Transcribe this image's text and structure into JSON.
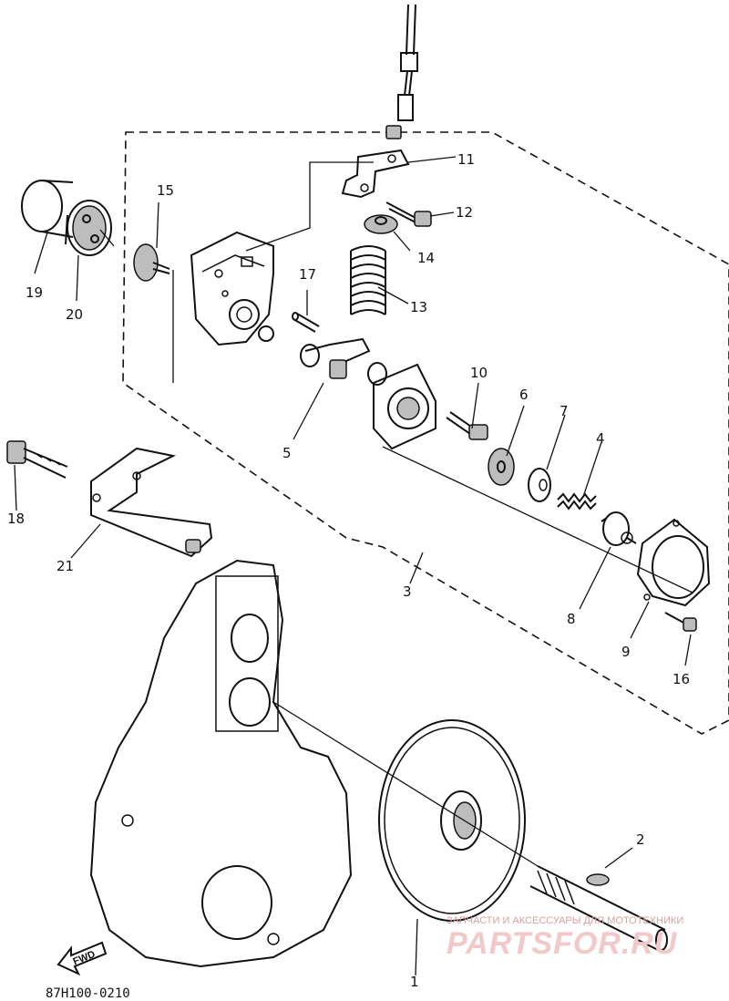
{
  "diagram_code": "87H100-0210",
  "fwd_label": "FWD",
  "watermark": {
    "tagline": "ЗАПЧАСТИ И АКСЕССУАРЫ ДЛЯ МОТОТЕХНИКИ",
    "brand": "PARTSFOR.RU"
  },
  "callouts": {
    "c1": "1",
    "c2": "2",
    "c3": "3",
    "c4": "4",
    "c5": "5",
    "c6": "6",
    "c7": "7",
    "c8": "8",
    "c9": "9",
    "c10": "10",
    "c11": "11",
    "c12": "12",
    "c13": "13",
    "c14": "14",
    "c15": "15",
    "c16": "16",
    "c17": "17",
    "c18": "18",
    "c19": "19",
    "c20": "20",
    "c21": "21"
  }
}
